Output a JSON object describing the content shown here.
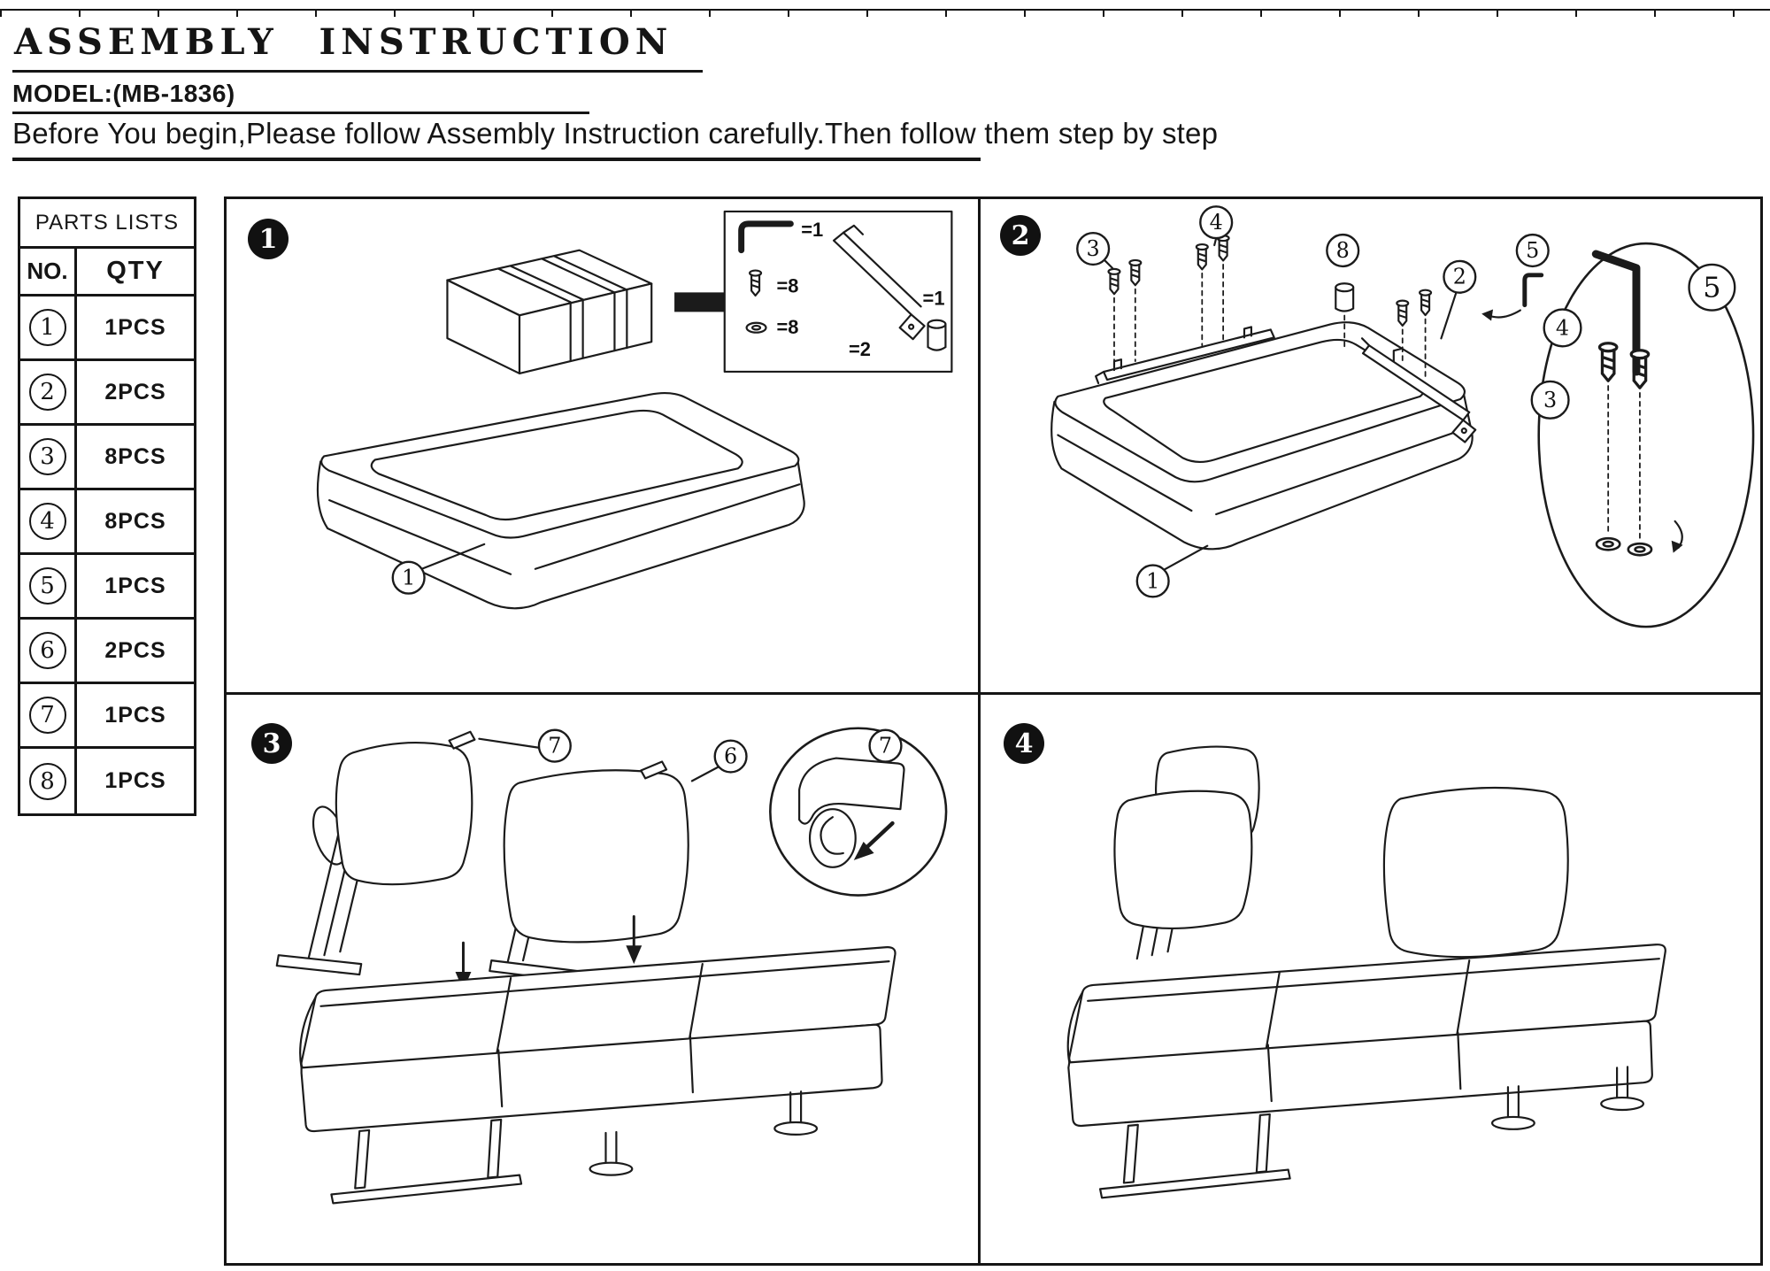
{
  "header": {
    "title": "ASSEMBLY INSTRUCTION",
    "model": "MODEL:(MB-1836)",
    "note": "Before You begin,Please follow Assembly Instruction carefully.Then follow them step by step"
  },
  "parts_list": {
    "title": "PARTS LISTS",
    "col_no": "NO.",
    "col_qty": "QTY",
    "rows": [
      {
        "no": "1",
        "qty": "1PCS"
      },
      {
        "no": "2",
        "qty": "2PCS"
      },
      {
        "no": "3",
        "qty": "8PCS"
      },
      {
        "no": "4",
        "qty": "8PCS"
      },
      {
        "no": "5",
        "qty": "1PCS"
      },
      {
        "no": "6",
        "qty": "2PCS"
      },
      {
        "no": "7",
        "qty": "1PCS"
      },
      {
        "no": "8",
        "qty": "1PCS"
      }
    ]
  },
  "steps": [
    {
      "number": "1",
      "hardware": [
        {
          "name": "allen-key",
          "label": "=1"
        },
        {
          "name": "screw",
          "label": "=8"
        },
        {
          "name": "washer",
          "label": "=8"
        },
        {
          "name": "bracket",
          "label": "=2"
        },
        {
          "name": "leg-bushing",
          "label": "=1"
        }
      ],
      "callouts": [
        {
          "label": "1"
        }
      ]
    },
    {
      "number": "2",
      "callouts": [
        {
          "label": "3"
        },
        {
          "label": "4"
        },
        {
          "label": "8"
        },
        {
          "label": "2"
        },
        {
          "label": "5"
        },
        {
          "label": "1"
        }
      ],
      "inset_callouts": [
        {
          "label": "5"
        },
        {
          "label": "4"
        },
        {
          "label": "3"
        }
      ]
    },
    {
      "number": "3",
      "callouts": [
        {
          "label": "7"
        },
        {
          "label": "6"
        }
      ],
      "inset_callouts": [
        {
          "label": "7"
        }
      ]
    },
    {
      "number": "4",
      "callouts": []
    }
  ],
  "colors": {
    "ink": "#1b1b1b",
    "paper": "#ffffff"
  }
}
